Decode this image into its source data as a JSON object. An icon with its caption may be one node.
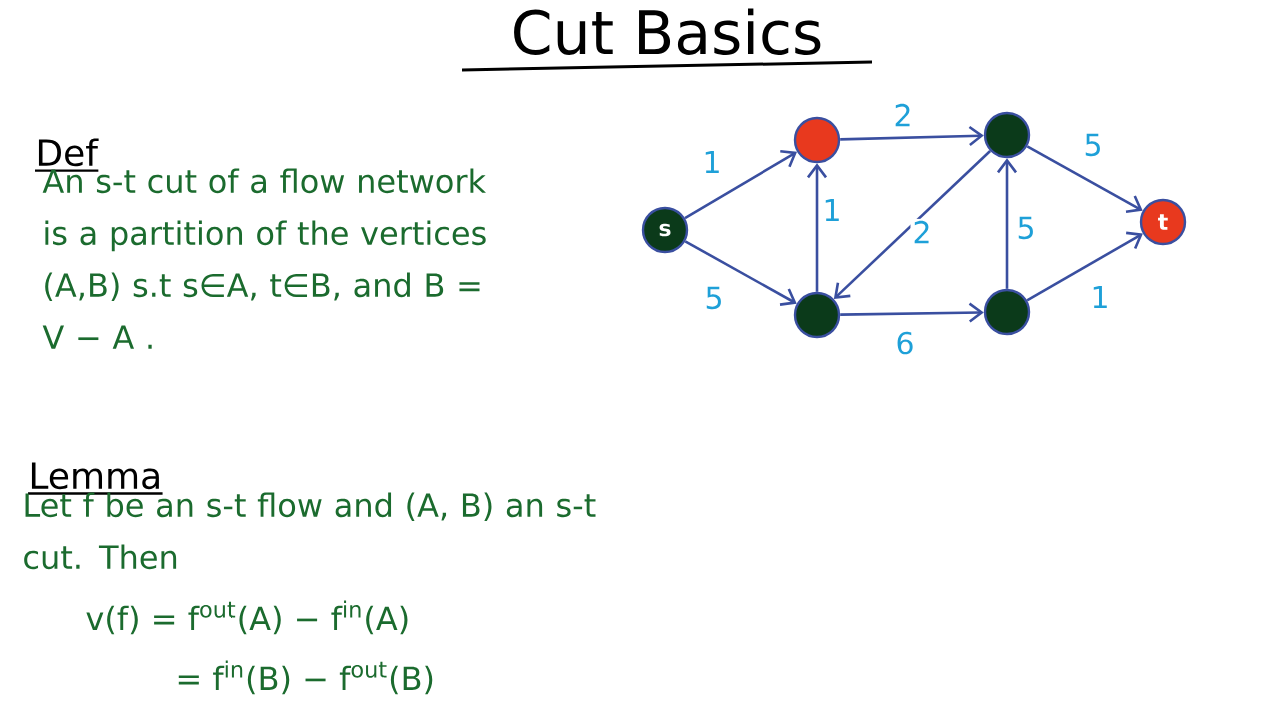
{
  "diagram": {
    "title": "Cut Basics",
    "nodes": [
      {
        "text": [
          "s"
        ]
      },
      {
        "text": [],
        "shape": "circle"
      },
      {
        "text": [],
        "shape": "circle"
      },
      {
        "text": [
          "t"
        ]
      },
      {
        "text": [],
        "shape": "circle"
      },
      {
        "text": [],
        "shape": "circle"
      }
    ],
    "edges": [
      {
        "from": 0,
        "to": 1,
        "arrow": "to",
        "label": "1"
      },
      {
        "from": 0,
        "to": 4,
        "arrow": "to",
        "label": "5"
      },
      {
        "from": 1,
        "to": 2,
        "arrow": "to",
        "label": "2"
      },
      {
        "from": 4,
        "to": 1,
        "arrow": "to",
        "label": "1"
      },
      {
        "from": 2,
        "to": 4,
        "arrow": "to",
        "label": "2"
      },
      {
        "from": 5,
        "to": 2,
        "arrow": "to",
        "label": "5"
      },
      {
        "from": 2,
        "to": 3,
        "arrow": "to",
        "label": "5"
      },
      {
        "from": 4,
        "to": 5,
        "arrow": "to",
        "label": "6"
      },
      {
        "from": 5,
        "to": 3,
        "arrow": "to",
        "label": "1"
      }
    ],
    "labels": [
      "Def",
      "An s-t cut of a flow network is a partition of the vertices (A,B) s.t s∈A, t∈B, and B = V − A .",
      "Lemma",
      "Let f be an s-t flow and (A, B) an s-t cut. Then",
      "v(f) = f$^{out}$(A) − f$^{in}$(A)",
      "= f$^{in}$(B) − f$^{out}$(B)"
    ]
  }
}
